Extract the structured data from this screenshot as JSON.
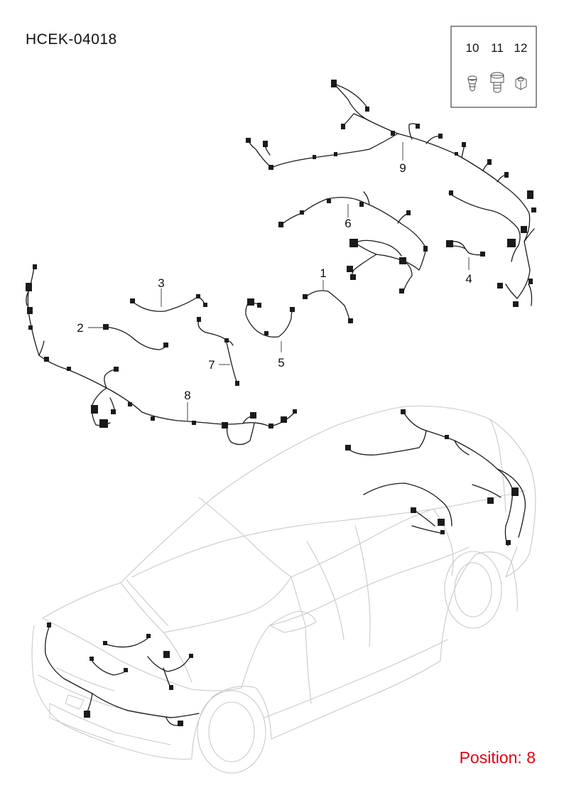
{
  "diagram_code": "HCEK-04018",
  "position_label": "Position: 8",
  "fastener_box": {
    "labels": [
      "10",
      "11",
      "12"
    ]
  },
  "callouts": [
    "1",
    "2",
    "3",
    "4",
    "5",
    "6",
    "7",
    "8",
    "9"
  ]
}
